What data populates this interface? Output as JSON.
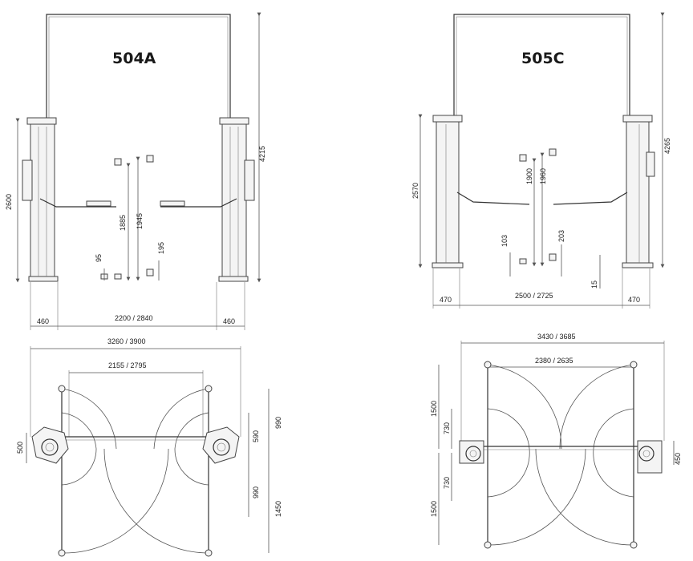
{
  "models": [
    {
      "name": "504A",
      "front": {
        "total_height": "4215",
        "post_height": "2600",
        "arm_max_height": "1885",
        "arm_max_height_2": "1945",
        "arm_min_height": "95",
        "arm_min_height_2": "195",
        "post_base_left": "460",
        "post_base_right": "460",
        "inner_width": "2200 / 2840"
      },
      "plan": {
        "overall_width": "3260 / 3900",
        "inner_width": "2155 / 2795",
        "post_depth": "500",
        "arm_reach_upper": "990",
        "arm_reach_upper_2": "590",
        "arm_reach_lower": "990",
        "arm_reach_lower_2": "1450"
      }
    },
    {
      "name": "505C",
      "front": {
        "total_height": "4265",
        "post_height": "2570",
        "arm_max_height": "1900",
        "arm_max_height_2": "1960",
        "arm_min_height": "103",
        "arm_min_height_2": "203",
        "floor_clearance": "15",
        "post_base_left": "470",
        "post_base_right": "470",
        "inner_width": "2500 / 2725"
      },
      "plan": {
        "overall_width": "3430 / 3685",
        "inner_width": "2380 / 2635",
        "arm_reach_upper": "1500",
        "arm_reach_upper_2": "730",
        "arm_reach_lower": "730",
        "arm_reach_lower_2": "1500",
        "post_depth": "450"
      }
    }
  ]
}
